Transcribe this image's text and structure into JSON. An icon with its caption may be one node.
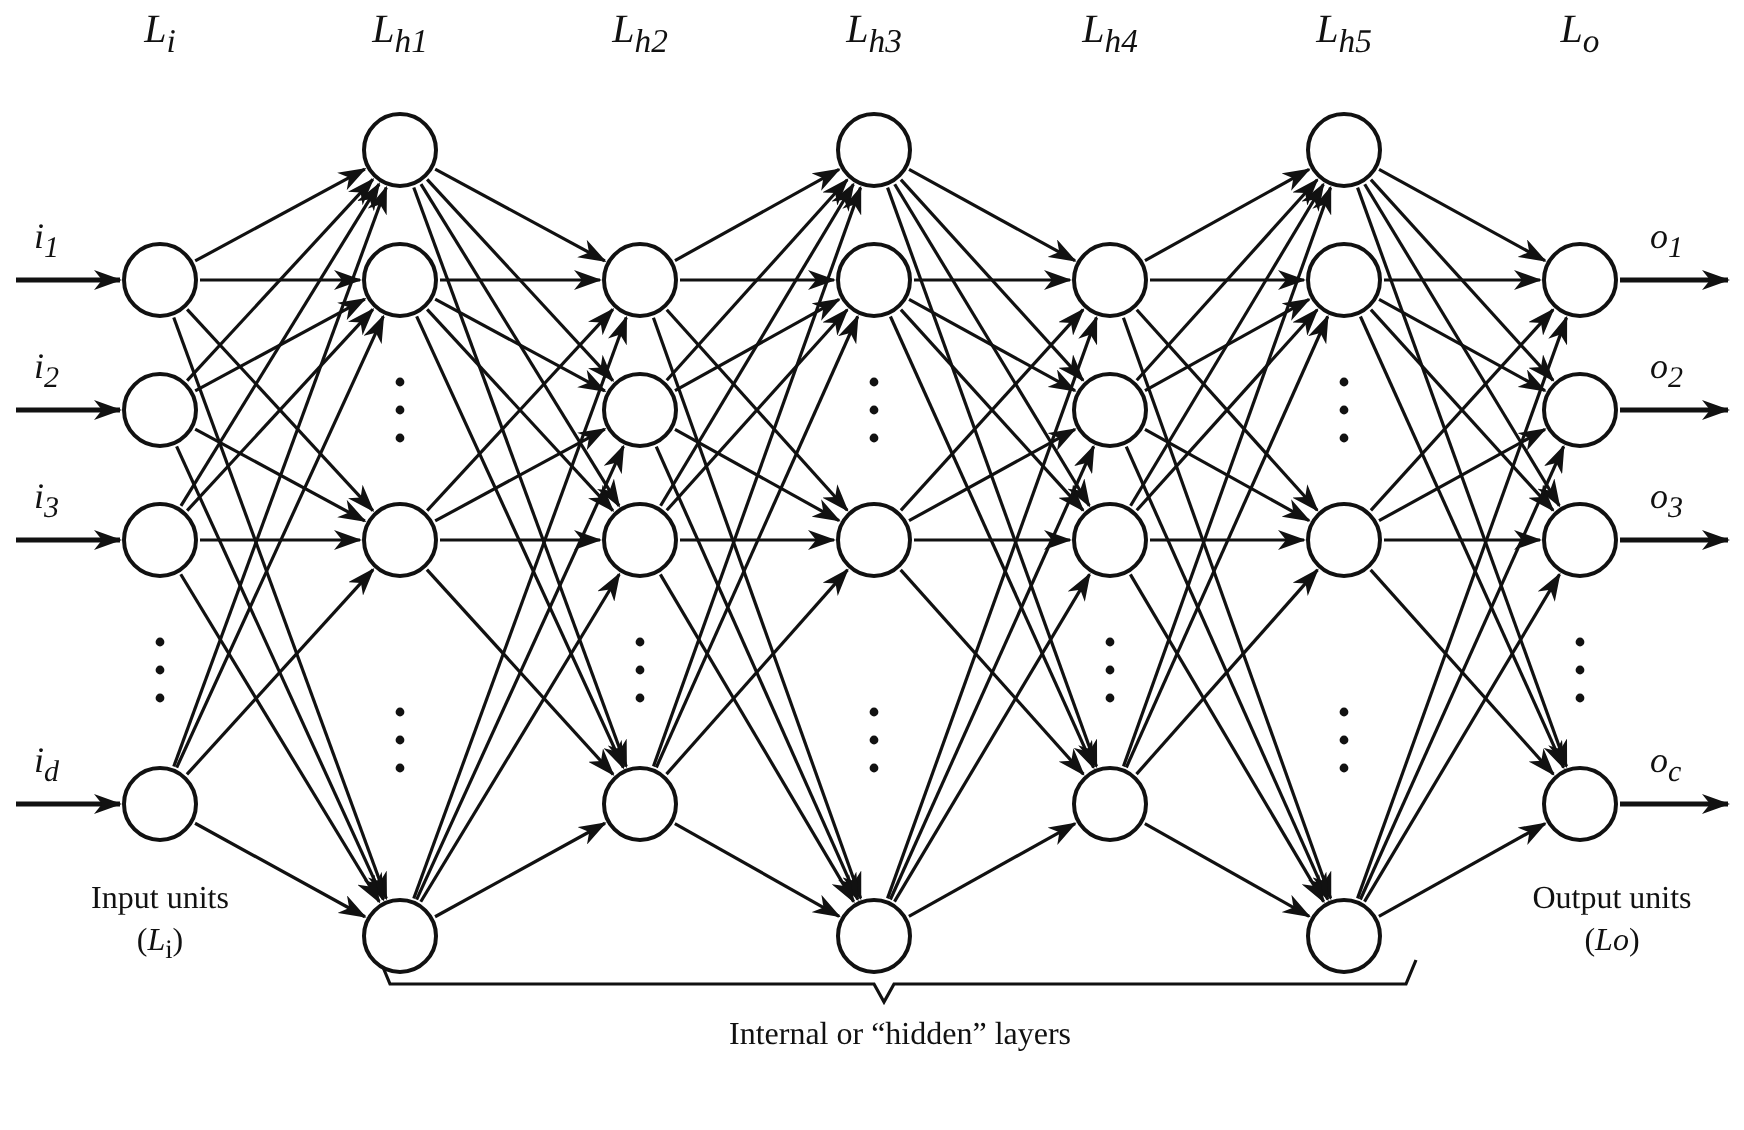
{
  "diagram": {
    "nodes": [
      {
        "text": [],
        "shape": "circle"
      },
      {
        "text": [],
        "shape": "circle"
      },
      {
        "text": [],
        "shape": "circle"
      },
      {
        "text": [],
        "shape": "circle"
      },
      {
        "text": [],
        "shape": "circle"
      },
      {
        "text": [],
        "shape": "circle"
      },
      {
        "text": [],
        "shape": "circle"
      },
      {
        "text": [],
        "shape": "circle"
      },
      {
        "text": [],
        "shape": "circle"
      },
      {
        "text": [],
        "shape": "circle"
      },
      {
        "text": [],
        "shape": "circle"
      },
      {
        "text": [],
        "shape": "circle"
      },
      {
        "text": [],
        "shape": "circle"
      },
      {
        "text": [],
        "shape": "circle"
      },
      {
        "text": [],
        "shape": "circle"
      },
      {
        "text": [],
        "shape": "circle"
      },
      {
        "text": [],
        "shape": "circle"
      },
      {
        "text": [],
        "shape": "circle"
      },
      {
        "text": [],
        "shape": "circle"
      },
      {
        "text": [],
        "shape": "circle"
      },
      {
        "text": [],
        "shape": "circle"
      },
      {
        "text": [],
        "shape": "circle"
      },
      {
        "text": [],
        "shape": "circle"
      },
      {
        "text": [],
        "shape": "circle"
      },
      {
        "text": [],
        "shape": "circle"
      },
      {
        "text": [],
        "shape": "circle"
      },
      {
        "text": [],
        "shape": "circle"
      },
      {
        "text": [],
        "shape": "circle"
      }
    ],
    "edges": [
      {
        "from": null,
        "to": 0,
        "arrow": "to",
        "label": "i$_{1}$"
      },
      {
        "from": null,
        "to": 1,
        "arrow": "to",
        "label": "i$_{2}$"
      },
      {
        "from": null,
        "to": 2,
        "arrow": "to",
        "label": "i$_{3}$"
      },
      {
        "from": null,
        "to": 3,
        "arrow": "to",
        "label": "i$_{d}$"
      },
      {
        "from": 0,
        "to": 4,
        "arrow": "to"
      },
      {
        "from": 0,
        "to": 5,
        "arrow": "to"
      },
      {
        "from": 0,
        "to": 6,
        "arrow": "to"
      },
      {
        "from": 0,
        "to": 7,
        "arrow": "to"
      },
      {
        "from": 1,
        "to": 4,
        "arrow": "to"
      },
      {
        "from": 1,
        "to": 5,
        "arrow": "to"
      },
      {
        "from": 1,
        "to": 6,
        "arrow": "to"
      },
      {
        "from": 1,
        "to": 7,
        "arrow": "to"
      },
      {
        "from": 2,
        "to": 4,
        "arrow": "to"
      },
      {
        "from": 2,
        "to": 5,
        "arrow": "to"
      },
      {
        "from": 2,
        "to": 6,
        "arrow": "to"
      },
      {
        "from": 2,
        "to": 7,
        "arrow": "to"
      },
      {
        "from": 3,
        "to": 4,
        "arrow": "to"
      },
      {
        "from": 3,
        "to": 5,
        "arrow": "to"
      },
      {
        "from": 3,
        "to": 6,
        "arrow": "to"
      },
      {
        "from": 3,
        "to": 7,
        "arrow": "to"
      },
      {
        "from": 4,
        "to": 8,
        "arrow": "to"
      },
      {
        "from": 4,
        "to": 9,
        "arrow": "to"
      },
      {
        "from": 4,
        "to": 10,
        "arrow": "to"
      },
      {
        "from": 4,
        "to": 11,
        "arrow": "to"
      },
      {
        "from": 5,
        "to": 8,
        "arrow": "to"
      },
      {
        "from": 5,
        "to": 9,
        "arrow": "to"
      },
      {
        "from": 5,
        "to": 10,
        "arrow": "to"
      },
      {
        "from": 5,
        "to": 11,
        "arrow": "to"
      },
      {
        "from": 6,
        "to": 8,
        "arrow": "to"
      },
      {
        "from": 6,
        "to": 9,
        "arrow": "to"
      },
      {
        "from": 6,
        "to": 10,
        "arrow": "to"
      },
      {
        "from": 6,
        "to": 11,
        "arrow": "to"
      },
      {
        "from": 7,
        "to": 8,
        "arrow": "to"
      },
      {
        "from": 7,
        "to": 9,
        "arrow": "to"
      },
      {
        "from": 7,
        "to": 10,
        "arrow": "to"
      },
      {
        "from": 7,
        "to": 11,
        "arrow": "to"
      },
      {
        "from": 8,
        "to": 12,
        "arrow": "to"
      },
      {
        "from": 8,
        "to": 13,
        "arrow": "to"
      },
      {
        "from": 8,
        "to": 14,
        "arrow": "to"
      },
      {
        "from": 8,
        "to": 15,
        "arrow": "to"
      },
      {
        "from": 9,
        "to": 12,
        "arrow": "to"
      },
      {
        "from": 9,
        "to": 13,
        "arrow": "to"
      },
      {
        "from": 9,
        "to": 14,
        "arrow": "to"
      },
      {
        "from": 9,
        "to": 15,
        "arrow": "to"
      },
      {
        "from": 10,
        "to": 12,
        "arrow": "to"
      },
      {
        "from": 10,
        "to": 13,
        "arrow": "to"
      },
      {
        "from": 10,
        "to": 14,
        "arrow": "to"
      },
      {
        "from": 10,
        "to": 15,
        "arrow": "to"
      },
      {
        "from": 11,
        "to": 12,
        "arrow": "to"
      },
      {
        "from": 11,
        "to": 13,
        "arrow": "to"
      },
      {
        "from": 11,
        "to": 14,
        "arrow": "to"
      },
      {
        "from": 11,
        "to": 15,
        "arrow": "to"
      },
      {
        "from": 12,
        "to": 16,
        "arrow": "to"
      },
      {
        "from": 12,
        "to": 17,
        "arrow": "to"
      },
      {
        "from": 12,
        "to": 18,
        "arrow": "to"
      },
      {
        "from": 12,
        "to": 19,
        "arrow": "to"
      },
      {
        "from": 13,
        "to": 16,
        "arrow": "to"
      },
      {
        "from": 13,
        "to": 17,
        "arrow": "to"
      },
      {
        "from": 13,
        "to": 18,
        "arrow": "to"
      },
      {
        "from": 13,
        "to": 19,
        "arrow": "to"
      },
      {
        "from": 14,
        "to": 16,
        "arrow": "to"
      },
      {
        "from": 14,
        "to": 17,
        "arrow": "to"
      },
      {
        "from": 14,
        "to": 18,
        "arrow": "to"
      },
      {
        "from": 14,
        "to": 19,
        "arrow": "to"
      },
      {
        "from": 15,
        "to": 16,
        "arrow": "to"
      },
      {
        "from": 15,
        "to": 17,
        "arrow": "to"
      },
      {
        "from": 15,
        "to": 18,
        "arrow": "to"
      },
      {
        "from": 15,
        "to": 19,
        "arrow": "to"
      },
      {
        "from": 16,
        "to": 20,
        "arrow": "to"
      },
      {
        "from": 16,
        "to": 21,
        "arrow": "to"
      },
      {
        "from": 16,
        "to": 22,
        "arrow": "to"
      },
      {
        "from": 16,
        "to": 23,
        "arrow": "to"
      },
      {
        "from": 17,
        "to": 20,
        "arrow": "to"
      },
      {
        "from": 17,
        "to": 21,
        "arrow": "to"
      },
      {
        "from": 17,
        "to": 22,
        "arrow": "to"
      },
      {
        "from": 17,
        "to": 23,
        "arrow": "to"
      },
      {
        "from": 18,
        "to": 20,
        "arrow": "to"
      },
      {
        "from": 18,
        "to": 21,
        "arrow": "to"
      },
      {
        "from": 18,
        "to": 22,
        "arrow": "to"
      },
      {
        "from": 18,
        "to": 23,
        "arrow": "to"
      },
      {
        "from": 19,
        "to": 20,
        "arrow": "to"
      },
      {
        "from": 19,
        "to": 21,
        "arrow": "to"
      },
      {
        "from": 19,
        "to": 22,
        "arrow": "to"
      },
      {
        "from": 19,
        "to": 23,
        "arrow": "to"
      },
      {
        "from": 20,
        "to": 24,
        "arrow": "to"
      },
      {
        "from": 20,
        "to": 25,
        "arrow": "to"
      },
      {
        "from": 20,
        "to": 26,
        "arrow": "to"
      },
      {
        "from": 20,
        "to": 27,
        "arrow": "to"
      },
      {
        "from": 21,
        "to": 24,
        "arrow": "to"
      },
      {
        "from": 21,
        "to": 25,
        "arrow": "to"
      },
      {
        "from": 21,
        "to": 26,
        "arrow": "to"
      },
      {
        "from": 21,
        "to": 27,
        "arrow": "to"
      },
      {
        "from": 22,
        "to": 24,
        "arrow": "to"
      },
      {
        "from": 22,
        "to": 25,
        "arrow": "to"
      },
      {
        "from": 22,
        "to": 26,
        "arrow": "to"
      },
      {
        "from": 22,
        "to": 27,
        "arrow": "to"
      },
      {
        "from": 23,
        "to": 24,
        "arrow": "to"
      },
      {
        "from": 23,
        "to": 25,
        "arrow": "to"
      },
      {
        "from": 23,
        "to": 26,
        "arrow": "to"
      },
      {
        "from": 23,
        "to": 27,
        "arrow": "to"
      },
      {
        "from": 24,
        "to": null,
        "arrow": "to",
        "label": "o$_{1}$"
      },
      {
        "from": 25,
        "to": null,
        "arrow": "to",
        "label": "o$_{2}$"
      },
      {
        "from": 26,
        "to": null,
        "arrow": "to",
        "label": "o$_{3}$"
      },
      {
        "from": 27,
        "to": null,
        "arrow": "to",
        "label": "o$_{c}$"
      }
    ],
    "labels": [
      "L$_{i}$",
      "L$_{h1}$",
      "L$_{h2}$",
      "L$_{h3}$",
      "L$_{h4}$",
      "L$_{h5}$",
      "L$_{o}$",
      "Input units (*L*$_{i}$)",
      "Output units (*Lo*)",
      "Internal or “hidden” layers"
    ]
  }
}
